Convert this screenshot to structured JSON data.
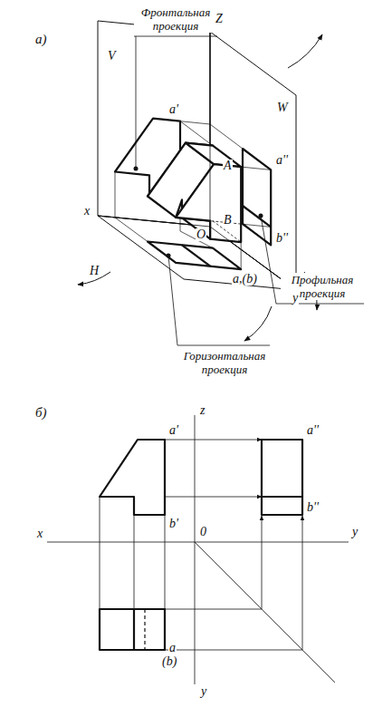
{
  "diagram": {
    "labels": [
      "а)",
      "Фронтальная проекция",
      "Z",
      "V",
      "a'",
      "W",
      "A",
      "a''",
      "Профильная проекция",
      "x",
      "O",
      "B",
      "b''",
      "a,(b)",
      "H",
      "y",
      "Горизонтальная проекция",
      "б)",
      "z",
      "a'",
      "a''",
      "b'",
      "b''",
      "x",
      "0",
      "y",
      "y",
      "a",
      "(b)"
    ]
  }
}
